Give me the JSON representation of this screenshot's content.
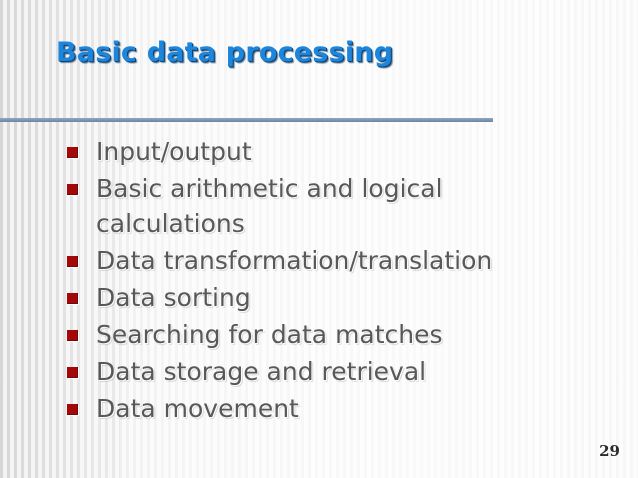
{
  "slide": {
    "title": "Basic data processing",
    "slide_number": "29",
    "accent_colors": {
      "title_blue": "#1c86dc",
      "title_shadow_navy": "#0d3f70",
      "divider_steel_blue": "#7f97b5",
      "bullet_red": "#a20808",
      "body_text_gray": "#585858"
    },
    "bullets": [
      {
        "text": "Input/output"
      },
      {
        "text": "Basic arithmetic and logical calculations"
      },
      {
        "text": "Data transformation/translation"
      },
      {
        "text": "Data sorting"
      },
      {
        "text": "Searching for data matches"
      },
      {
        "text": "Data storage and retrieval"
      },
      {
        "text": "Data movement"
      }
    ]
  }
}
